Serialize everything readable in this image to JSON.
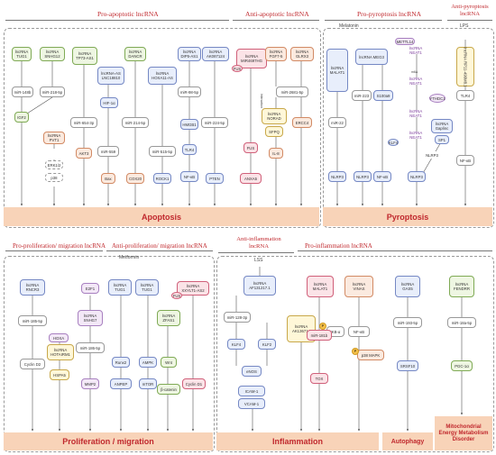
{
  "headers": {
    "pro_apoptotic": "Pro-apoptotic lncRNA",
    "anti_apoptotic": "Anti-apoptotic lncRNA",
    "pro_pyroptosis": "Pro-pyroptosis lncRNA",
    "anti_pyroptosis": "Anti-pyroptosis lncRNA",
    "pro_proliferation": "Pro-proliferation/ migration lncRNA",
    "anti_proliferation": "Anti-proliferation/ migration lncRNA",
    "anti_inflammation": "Anti-inflammation lncRNA",
    "pro_inflammation": "Pro-inflammation lncRNA"
  },
  "bottom_bars": {
    "apoptosis": "Apoptosis",
    "pyroptosis": "Pyroptosis",
    "proliferation": "Proliferation / migration",
    "inflammation": "Inflammation",
    "autophagy": "Autophagy",
    "metabolism": "Mitochondrial Energy Metabolism Disorder"
  },
  "labels": {
    "melatonin1": "Melatonin",
    "melatonin2": "Metformin",
    "lps": "LPS",
    "lss": "LSS",
    "m6a": "m6A",
    "interaction": "Interaction"
  },
  "apoptosis": {
    "tug1": "lncRNA TUG1",
    "snhg12": "lncRNA SNHG12",
    "tp73": "lncRNA TP73-AS1",
    "lnc18810": "lncRNA-AS LNC18810",
    "dancr": "lncRNA DANCR",
    "hoxa11": "lncRNA HOXA11-AS",
    "dip5": "lncRNA DIP5-AS1",
    "ak087124": "lncRNA AK087124",
    "mir148b": "miR-148b",
    "mir218": "miR-218-5p",
    "igf2": "IGF2",
    "pvt1": "lncRNA PVT1",
    "erk": "ERK1/2",
    "p38": "p38",
    "mir654": "miR-654-3p",
    "akt3": "AKT3",
    "hif": "HIF-1α",
    "mir559": "miR-559",
    "bax": "Bax",
    "mir214": "miR-214-5p",
    "cox20": "COX20",
    "mir515": "miR-515-5p",
    "rock1": "ROCK1",
    "mir98": "miR-98-5p",
    "hmgb1": "HMGB1",
    "tlr4": "TLR4",
    "nfkb": "NF-κB",
    "mir224": "miR-224-5p",
    "pten": "PTEN",
    "mir4697": "lncRNA MIR4697HG",
    "fus": "FUS",
    "fus2": "FUS",
    "anxa5": "ANXA5",
    "fgf7": "lncRNA FGF7-5",
    "glrx3": "lncRNA GLRX3",
    "mir2681": "miR-2681-5p",
    "norad": "lncRNA NORAD",
    "sfpq": "SFPQ",
    "il8": "IL-8",
    "ercc4": "ERCC4"
  },
  "pyroptosis": {
    "malat1": "lncRNA MALAT1",
    "meg3": "lncRNA MEG3",
    "mettl14": "METTL14",
    "neat1a": "lncRNA NEAT1",
    "neat1b": "lncRNA NEAT1",
    "neat1c": "lncRNA NEAT1",
    "neat1d": "lncRNA NEAT1",
    "ythdc1": "YTHDC1",
    "klf4": "KLF4",
    "nlrp3a": "NLRP3",
    "mir22": "miR-22",
    "mir223": "miR-223",
    "s100a9": "S100a9",
    "nlrp3b": "NLRP3",
    "nlrp3c": "NLRP3",
    "nfkb": "NF-κB",
    "gaplinc": "lncRNA Gaplinc",
    "sp1": "SP1",
    "nlrp3d": "NLRP3",
    "rp11": "lncRNA RP11-490M8.1",
    "tlr4": "TLR4",
    "nfkb2": "NF-κB"
  },
  "proliferation": {
    "rncr3": "lncRNA RNCR3",
    "mir185": "miR-185-5p",
    "cyclind2": "Cyclin D2",
    "hoxa": "HOXA",
    "hotairm1": "lncRNA HOTAIRM1",
    "hspa5": "HSPA5",
    "e2f1": "E2F1",
    "snhg7": "lncRNA SNHG7",
    "mir186": "miR-186-5p",
    "mmp2": "MMP2",
    "tug1a": "lncRNA TUG1",
    "runx2": "Runx2",
    "anpep": "ANPEP",
    "tug1b": "lncRNA TUG1",
    "ampk": "AMPK",
    "mtor": "mTOR",
    "zfas1": "lncRNA ZFAS1",
    "wnt": "Wnt",
    "bcat": "β-catenin",
    "xxylt1": "lncRNA XXYLT1-AS2",
    "fus": "FUS",
    "cyclind1": "Cyclin D1"
  },
  "inflammation": {
    "af131217": "lncRNA AF131217.1",
    "mir128": "miR-128-3p",
    "klf4": "KLF4",
    "klf2": "KLF2",
    "enos": "eNOS",
    "icam": "ICAM-1",
    "vcam": "VCAM-1",
    "ak136714": "lncRNA AK136714",
    "malat1": "lncRNA MALAT1",
    "ikb": "IKB-α",
    "mir181": "miR-181b",
    "tox": "TOX",
    "vinas": "lncRNA VINAS",
    "nfkb": "NF-κB",
    "p38": "p38 MAPK",
    "gas5": "lncRNA GAS5",
    "mir193": "miR-193-5p",
    "srsf10": "SRSF10",
    "fendrr": "lncRNA FENDRR",
    "mir18a": "miR-18a-5p",
    "pgc1a": "PGC-1α"
  }
}
